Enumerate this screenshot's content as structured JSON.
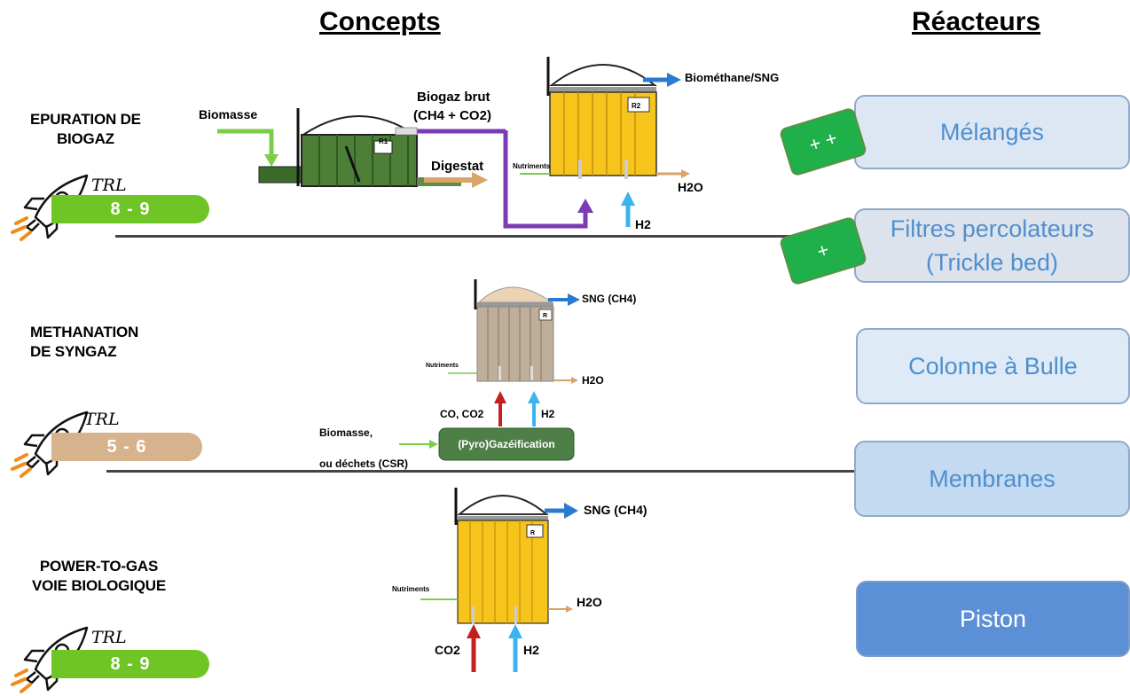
{
  "headers": {
    "concepts": "Concepts",
    "reactors": "Réacteurs"
  },
  "concepts": [
    {
      "name": "EPURATION DE\nBIOGAZ",
      "trl_word": "TRL",
      "trl": "8 - 9",
      "trl_color": "#6fc426"
    },
    {
      "name": "METHANATION\nDE SYNGAZ",
      "trl_word": "TRL",
      "trl": "5 - 6",
      "trl_color": "#d6b38c"
    },
    {
      "name": "POWER-TO-GAS\nVOIE BIOLOGIQUE",
      "trl_word": "TRL",
      "trl": "8 - 9",
      "trl_color": "#6fc426"
    }
  ],
  "diagram1": {
    "biomasse": "Biomasse",
    "r1": "R1",
    "biogaz_brut": "Biogaz brut",
    "biogaz_comp": "(CH4 + CO2)",
    "digestat": "Digestat",
    "r2": "R2",
    "nutriments": "Nutriments",
    "output": "Biométhane/SNG",
    "h2o": "H2O",
    "h2": "H2"
  },
  "diagram2": {
    "r": "R",
    "output": "SNG (CH4)",
    "nutriments": "Nutriments",
    "h2o": "H2O",
    "co": "CO, CO2",
    "h2": "H2",
    "biomasse": "Biomasse,",
    "dechets": "ou déchets (CSR)",
    "gasif": "(Pyro)Gazéification"
  },
  "diagram3": {
    "r": "R",
    "output": "SNG (CH4)",
    "nutriments": "Nutriments",
    "h2o": "H2O",
    "co2": "CO2",
    "h2": "H2"
  },
  "reactors": [
    {
      "label": "Mélangés"
    },
    {
      "label": "Filtres percolateurs\n(Trickle bed)"
    },
    {
      "label": "Colonne à Bulle"
    },
    {
      "label": "Membranes"
    },
    {
      "label": "Piston"
    }
  ],
  "badges": [
    "+ +",
    "+"
  ],
  "colors": {
    "green_pill": "#6fc426",
    "tan_pill": "#d6b38c",
    "reactor_text": "#4f8fcf",
    "reactor_dark": "#5b8fd6",
    "badge": "#1fb04a"
  }
}
